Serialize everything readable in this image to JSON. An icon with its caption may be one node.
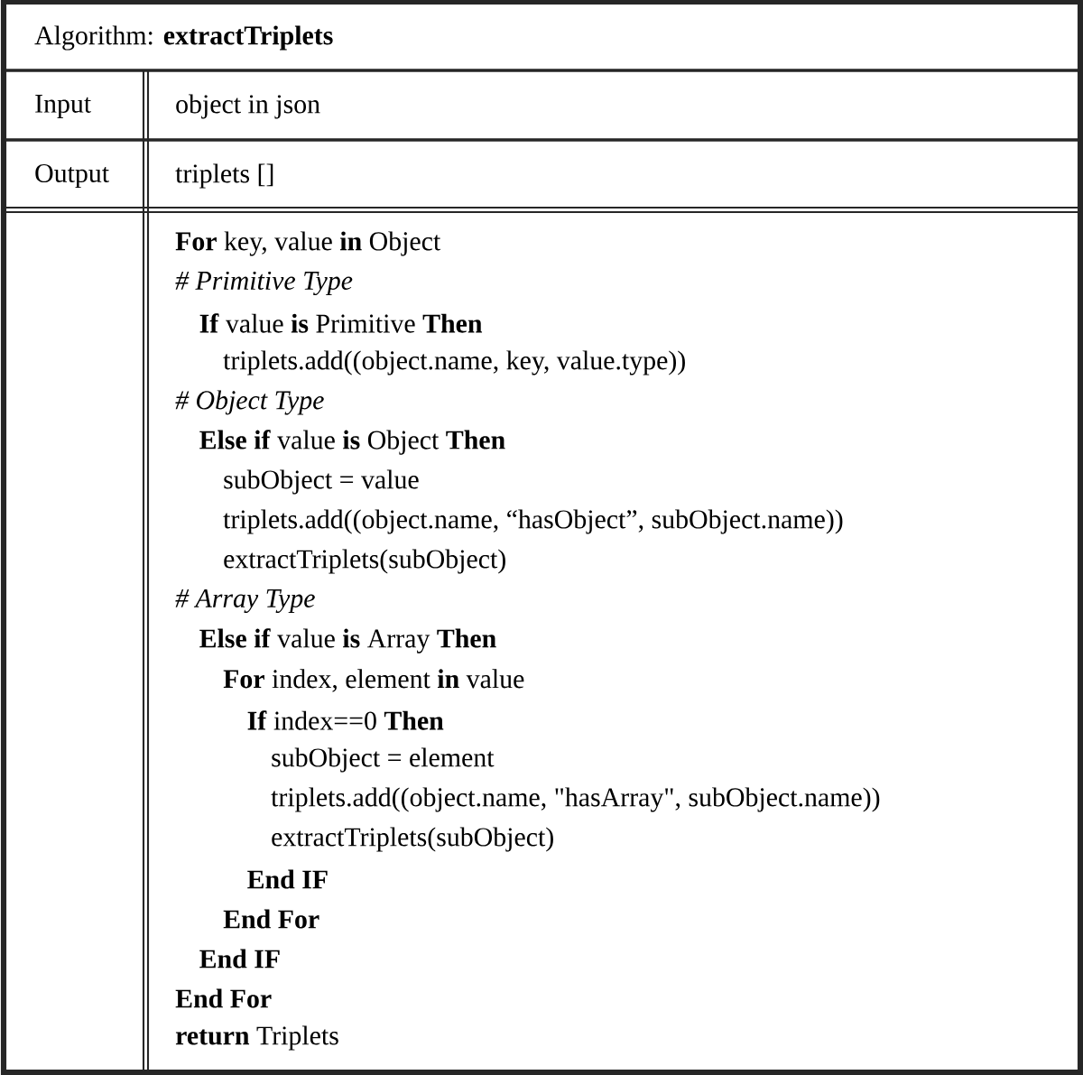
{
  "diagram": {
    "labels": [
      "Algorithm: **extractTriplets**",
      "Input",
      "object in json",
      "Output",
      "triplets []",
      "**For** key, value **in** Object",
      "*# Primitive Type*",
      "**If** value **is** Primitive **Then**",
      "triplets.add((object.name, key, value.type))",
      "*# Object Type*",
      "**Else if** value **is** Object **Then**",
      "subObject = value",
      "triplets.add((object.name, “hasObject”, subObject.name))",
      "extractTriplets(subObject)",
      "*# Array Type*",
      "**Else if** value **is** Array **Then**",
      "**For** index, element **in** value",
      "**If** index==0 **Then**",
      "subObject = element",
      "triplets.add((object.name, \"hasArray\", subObject.name))",
      "extractTriplets(subObject)",
      "**End IF**",
      "**End For**",
      "**End IF**",
      "**End For**",
      "**return** Triplets"
    ]
  }
}
